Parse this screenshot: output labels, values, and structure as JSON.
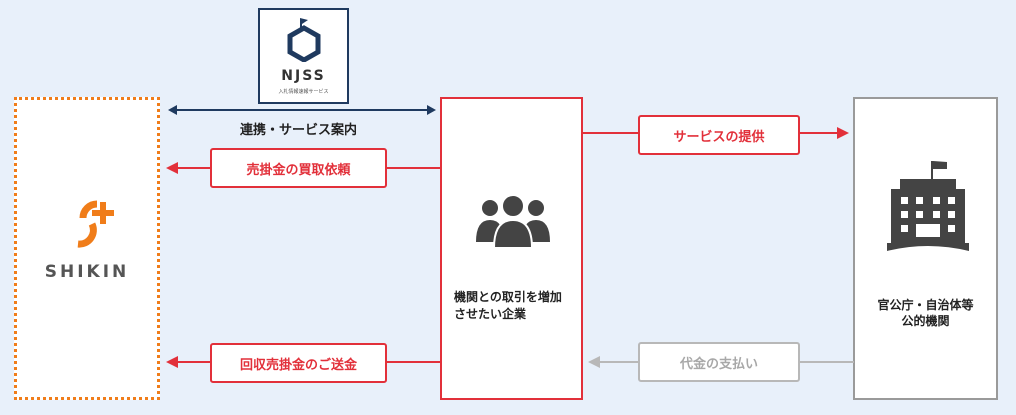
{
  "shikin": {
    "logo_text": "SHIKIN"
  },
  "njss": {
    "logo_text": "NJSS",
    "subtitle": "入札情報速報サービス"
  },
  "link_label": "連携・サービス案内",
  "company": {
    "label": "機関との取引を増加させたい企業"
  },
  "government": {
    "label_line1": "官公庁・自治体等",
    "label_line2": "公的機関"
  },
  "flows": {
    "purchase_request": "売掛金の買取依頼",
    "remittance": "回収売掛金のご送金",
    "service_provision": "サービスの提供",
    "payment": "代金の支払い"
  },
  "colors": {
    "red": "#e2303a",
    "orange": "#f07d1a",
    "navy": "#1f3a5f",
    "gray": "#b8b8b8"
  }
}
